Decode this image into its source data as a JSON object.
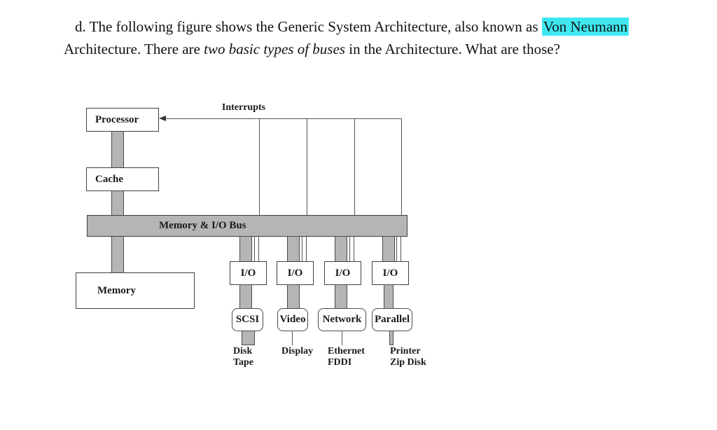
{
  "question": {
    "line1_text": "d. The following figure shows the Generic System Architecture, also known as ",
    "line1_highlight": "Von Neumann",
    "line2_part1": "Architecture. There are ",
    "line2_italic": "two basic types of buses",
    "line2_part2": " in the Architecture. What are those?",
    "highlight_color": "#3fe8f0"
  },
  "diagram": {
    "interrupts_label": "Interrupts",
    "processor_label": "Processor",
    "cache_label": "Cache",
    "bus_label": "Memory & I/O Bus",
    "memory_label": "Memory",
    "io_label": "I/O",
    "columns": [
      {
        "controller": "SCSI",
        "device_line1": "Disk",
        "device_line2": "Tape"
      },
      {
        "controller": "Video",
        "device_line1": "Display",
        "device_line2": ""
      },
      {
        "controller": "Network",
        "device_line1": "Ethernet",
        "device_line2": "FDDI"
      },
      {
        "controller": "Parallel",
        "device_line1": "Printer",
        "device_line2": "Zip Disk"
      }
    ],
    "colors": {
      "bar_fill": "#b5b5b5",
      "box_border": "#3f3f3f",
      "line": "#555555"
    }
  }
}
